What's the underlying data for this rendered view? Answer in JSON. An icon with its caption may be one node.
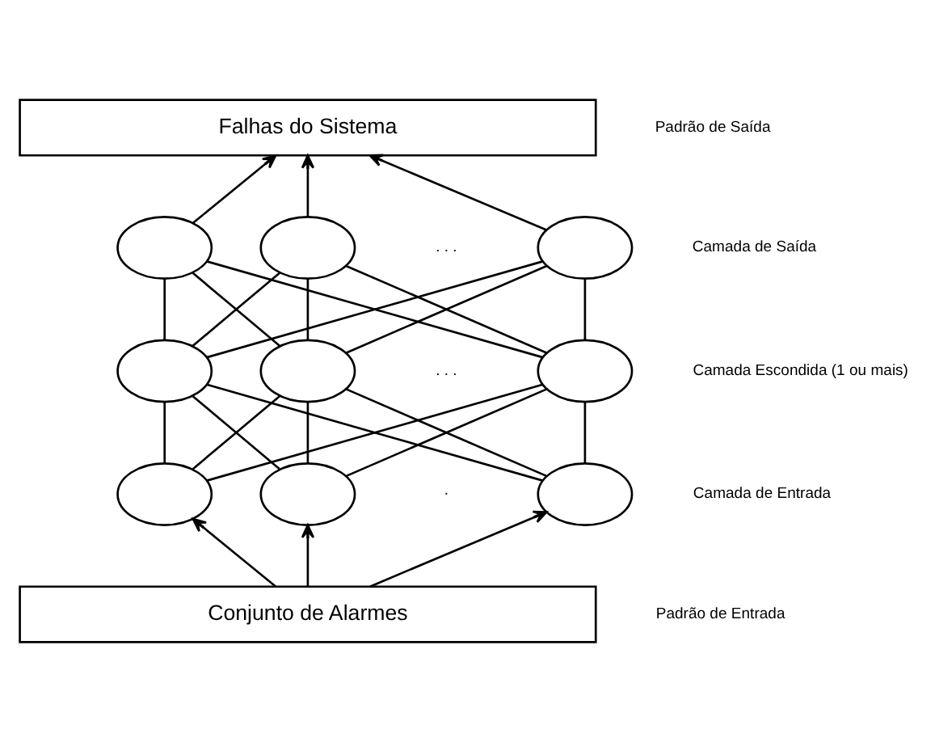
{
  "diagram": {
    "nodes": [
      {
        "text": [
          "Falhas do Sistema"
        ]
      },
      {
        "text": [],
        "shape": "ellipse"
      },
      {
        "text": [],
        "shape": "ellipse"
      },
      {
        "text": [],
        "shape": "ellipse"
      },
      {
        "text": [],
        "shape": "ellipse"
      },
      {
        "text": [],
        "shape": "ellipse"
      },
      {
        "text": [],
        "shape": "ellipse"
      },
      {
        "text": [],
        "shape": "ellipse"
      },
      {
        "text": [],
        "shape": "ellipse"
      },
      {
        "text": [],
        "shape": "ellipse"
      },
      {
        "text": [
          "Conjunto de Alarmes"
        ]
      }
    ],
    "edges": [
      {
        "from": 10,
        "to": 7,
        "arrow": "to"
      },
      {
        "from": 10,
        "to": 8,
        "arrow": "to"
      },
      {
        "from": 10,
        "to": 9,
        "arrow": "to"
      },
      {
        "from": 7,
        "to": 4,
        "arrow": "none"
      },
      {
        "from": 7,
        "to": 5,
        "arrow": "none"
      },
      {
        "from": 7,
        "to": 6,
        "arrow": "none"
      },
      {
        "from": 8,
        "to": 4,
        "arrow": "none"
      },
      {
        "from": 8,
        "to": 5,
        "arrow": "none"
      },
      {
        "from": 8,
        "to": 6,
        "arrow": "none"
      },
      {
        "from": 9,
        "to": 4,
        "arrow": "none"
      },
      {
        "from": 9,
        "to": 5,
        "arrow": "none"
      },
      {
        "from": 9,
        "to": 6,
        "arrow": "none"
      },
      {
        "from": 4,
        "to": 1,
        "arrow": "none"
      },
      {
        "from": 4,
        "to": 2,
        "arrow": "none"
      },
      {
        "from": 4,
        "to": 3,
        "arrow": "none"
      },
      {
        "from": 5,
        "to": 1,
        "arrow": "none"
      },
      {
        "from": 5,
        "to": 2,
        "arrow": "none"
      },
      {
        "from": 5,
        "to": 3,
        "arrow": "none"
      },
      {
        "from": 6,
        "to": 1,
        "arrow": "none"
      },
      {
        "from": 6,
        "to": 2,
        "arrow": "none"
      },
      {
        "from": 6,
        "to": 3,
        "arrow": "none"
      },
      {
        "from": 1,
        "to": 0,
        "arrow": "to"
      },
      {
        "from": 2,
        "to": 0,
        "arrow": "to"
      },
      {
        "from": 3,
        "to": 0,
        "arrow": "to"
      }
    ],
    "labels": [
      "Padrão de Saída",
      ". . .",
      "Camada de Saída",
      ". . .",
      "Camada Escondida (1 ou mais)",
      "·",
      "Camada de Entrada",
      "Padrão de Entrada"
    ]
  }
}
